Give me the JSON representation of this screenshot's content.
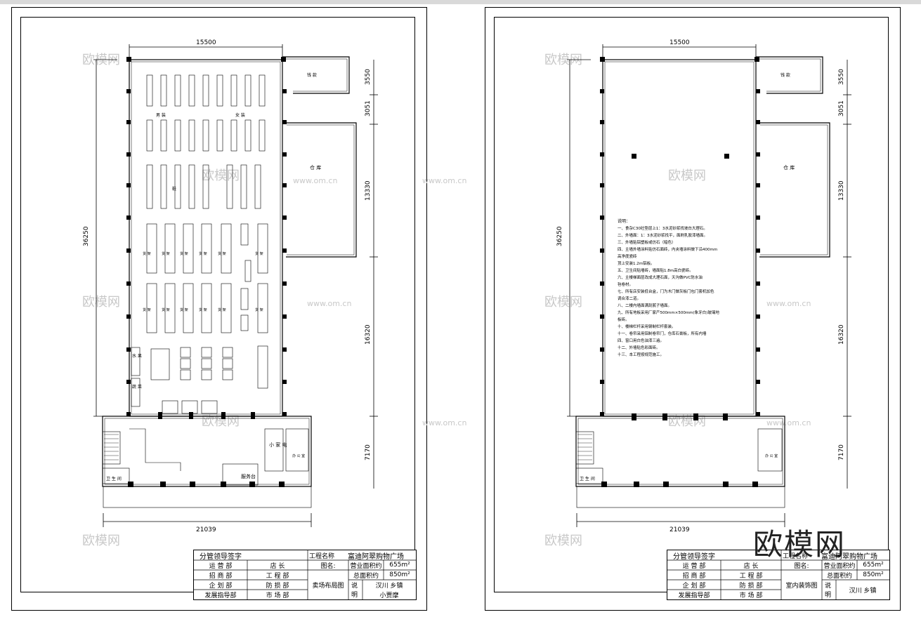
{
  "sheets": [
    {
      "dims": {
        "top": "15500",
        "left": "36250",
        "right1": "3550",
        "right2": "3051",
        "right3": "13330",
        "right4": "16320",
        "right5": "7170",
        "bottom": "21039"
      },
      "rooms": {
        "warehouse_small": "钱 款",
        "warehouse": "仓 库",
        "service_desk": "服务台",
        "snack": "小 家 电",
        "office": "办 公 室",
        "toilet": "卫 生 间",
        "water": "水 果",
        "veg": "蔬 菜",
        "men": "男 装",
        "women": "女 装",
        "shoes": "鞋",
        "goods": "货 架"
      },
      "title_block": {
        "sign_title": "分管领导签字",
        "rows_left": [
          "运 营 部",
          "招 商 部",
          "企 划 部",
          "发展指导部"
        ],
        "rows_mid": [
          "店  长",
          "工 程 部",
          "防 损 部",
          "市 场 部"
        ],
        "project_label": "工程名称",
        "project_name": "富迪阿翠购物广场",
        "drawing_label": "图名:",
        "drawing_name": "卖场布局图",
        "area_biz_label": "营业面积约",
        "area_biz_value": "655m²",
        "area_total_label": "总面积约",
        "area_total_value": "850m²",
        "note_label": "说 明",
        "note_value1": "汉川 乡镇",
        "note_value2": "小贾摩"
      }
    },
    {
      "dims": {
        "top": "15500",
        "left": "36250",
        "right1": "3550",
        "right2": "3051",
        "right3": "13330",
        "right4": "16320",
        "right5": "7170",
        "bottom": "21039"
      },
      "rooms": {
        "warehouse_small": "钱 款",
        "warehouse": "仓 库",
        "office": "办 公 室",
        "toilet": "卫 生 间"
      },
      "notes_title": "说明：",
      "notes": [
        "一、食杂C30砼垫层上1：3水泥砂浆找坡白大理石。",
        "二、外墙面：1：3水泥砂浆找平，面刷乳胶漆墙面。",
        "三、外墙贴铝塑板或仿石（暗色）",
        "四、主墙外墙涂料贴仿石面砖，内夹墙涂料做下沿400mm",
        "    高净度瓷砖",
        "    顶上安装1.2m铝板。",
        "五、卫生间贴墙砖，墙面贴1.8m高白瓷砖。",
        "六、主楼梯面层改成大理石面，天沟做PVC防水油",
        "    毡卷材。",
        "七、所有店安装低台盒，门为木门做灰板门包门套机加色",
        "    调合漆二道。",
        "八、二楼内墙面满刮腻子墙面。",
        "九、所有地板采用厂家产500mm×500mm(象牙白)玻璃地",
        "    板砖。",
        "十、楼梯栏杆采用钢制栏杆套装。",
        "十一、卷帘采用铝制卷帘门，仓库石膏板，所有内墙",
        "四、窗口用白色油漆三遍。",
        "十二、外墙贴色彩面砖。",
        "十三、本工程按规范施工。"
      ],
      "title_block": {
        "sign_title": "分管领导签字",
        "rows_left": [
          "运 营 部",
          "招 商 部",
          "企 划 部",
          "发展指导部"
        ],
        "rows_mid": [
          "店  长",
          "工 程 部",
          "防 损 部",
          "市 场 部"
        ],
        "project_label": "工程名称",
        "project_name": "富迪阿翠购物广场",
        "drawing_label": "图名:",
        "drawing_name": "室内装饰图",
        "area_biz_label": "营业面积约",
        "area_biz_value": "655m²",
        "area_total_label": "总面积约",
        "area_total_value": "850m²",
        "note_label": "说 明",
        "note_value1": "汉川 乡镇",
        "note_value2": ""
      }
    }
  ],
  "watermark": {
    "logo": "欧模网",
    "url": "www.om.cn"
  }
}
